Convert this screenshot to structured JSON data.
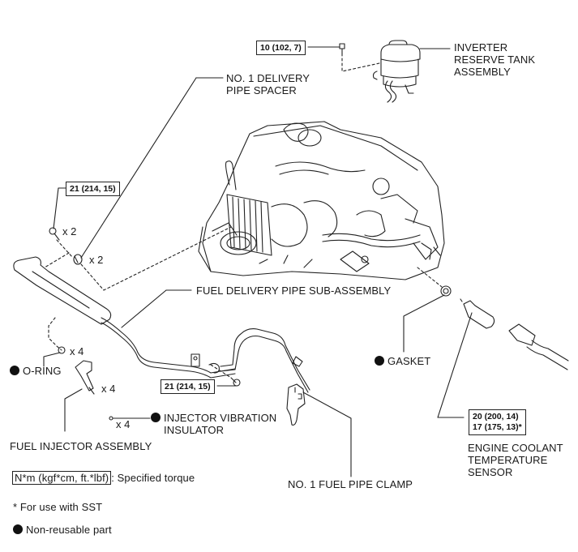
{
  "diagram": {
    "type": "exploded-parts-view",
    "parts": {
      "inverter_reserve_tank": [
        "INVERTER",
        "RESERVE TANK",
        "ASSEMBLY"
      ],
      "delivery_pipe_spacer": [
        "NO. 1 DELIVERY",
        "PIPE SPACER"
      ],
      "fuel_delivery_pipe": "FUEL DELIVERY PIPE SUB-ASSEMBLY",
      "gasket": "GASKET",
      "o_ring": "O-RING",
      "fuel_injector": "FUEL INJECTOR ASSEMBLY",
      "injector_vibration_insulator": [
        "INJECTOR VIBRATION",
        "INSULATOR"
      ],
      "fuel_pipe_clamp": "NO. 1 FUEL PIPE CLAMP",
      "coolant_sensor": [
        "ENGINE COOLANT",
        "TEMPERATURE",
        "SENSOR"
      ]
    },
    "torques": {
      "tank_bolt": "10 (102, 7)",
      "spacer_bolt": "21 (214, 15)",
      "pipe_bolt": "21 (214, 15)",
      "sensor_line1": "20 (200, 14)",
      "sensor_line2": "17 (175, 13)*"
    },
    "quantities": {
      "spacer_bolt": "x 2",
      "spacer": "x 2",
      "o_ring": "x 4",
      "injector": "x 4",
      "insulator": "x 4"
    },
    "legend": {
      "torque_box": "N*m (kgf*cm, ft.*lbf)",
      "torque_desc": ": Specified torque",
      "sst_note": "* For use with SST",
      "non_reusable": "Non-reusable part"
    }
  }
}
